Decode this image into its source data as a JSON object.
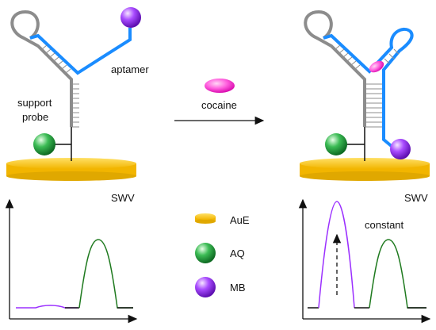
{
  "labels": {
    "aptamer": "aptamer",
    "support_probe_line1": "support",
    "support_probe_line2": "probe",
    "cocaine": "cocaine",
    "swv_left": "SWV",
    "swv_right": "SWV",
    "constant": "constant"
  },
  "legend": [
    {
      "label": "AuE",
      "shape": "electrode-disk"
    },
    {
      "label": "AQ",
      "shape": "green-sphere"
    },
    {
      "label": "MB",
      "shape": "purple-sphere"
    }
  ],
  "colors": {
    "support_strand": "#8c8c8c",
    "aptamer_strand": "#1a8cff",
    "electrode": "#f5c518",
    "aq": "#1e9a3a",
    "mb": "#9b30ff",
    "cocaine": "#ff3fd2",
    "green_peak": "#1f7a1f",
    "purple_peak": "#9b30ff"
  },
  "swv_left": {
    "mb_peak": "low",
    "aq_peak": "high"
  },
  "swv_right": {
    "mb_peak": "high",
    "aq_peak": "constant"
  }
}
